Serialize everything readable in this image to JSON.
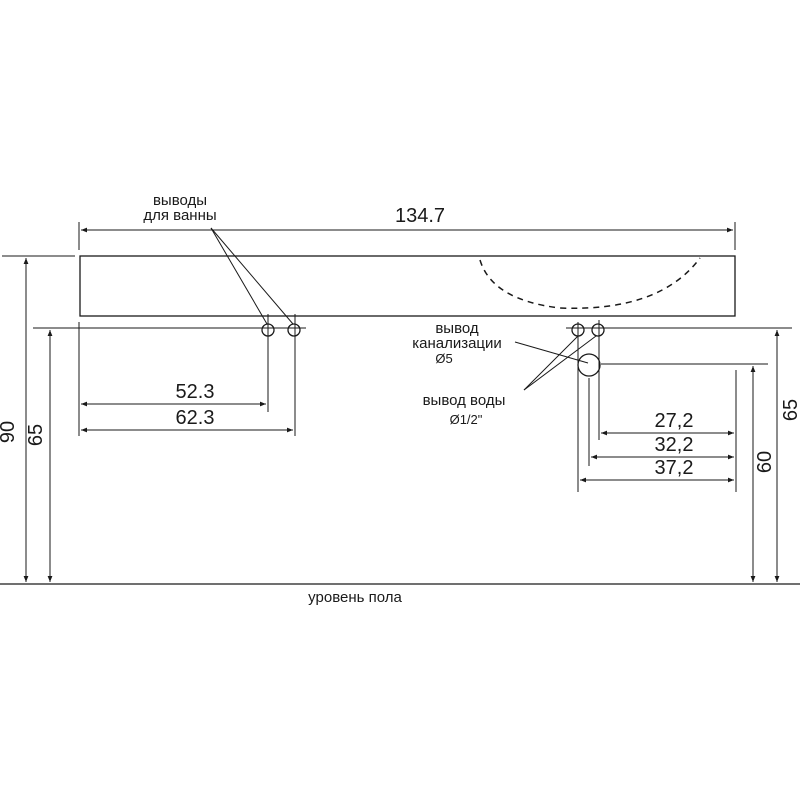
{
  "labels": {
    "bath_outlets": [
      "выводы",
      "для ванны"
    ],
    "drain_outlet": [
      "вывод",
      "канализации"
    ],
    "drain_diameter": "Ø5",
    "water_outlet": "вывод воды",
    "water_diameter": "Ø1/2\"",
    "floor_level": "уровень пола"
  },
  "dimensions": {
    "total_width": "134.7",
    "bath_outlet_1": "52.3",
    "bath_outlet_2": "62.3",
    "right_outlet_1": "27,2",
    "right_outlet_2": "32,2",
    "right_outlet_3": "37,2",
    "left_height_total": "90",
    "left_height_outlets": "65",
    "right_height_water": "60",
    "right_height_outlets": "65"
  },
  "colors": {
    "line": "#1a1a1a",
    "background": "#ffffff"
  }
}
